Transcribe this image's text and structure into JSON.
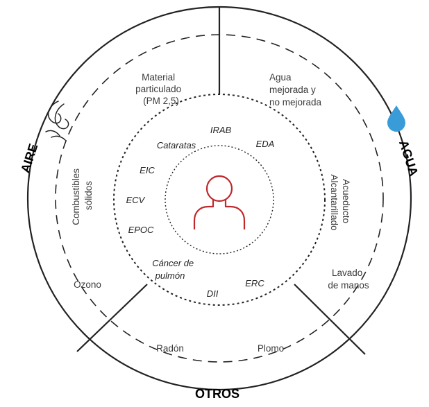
{
  "categories": {
    "aire": "AIRE",
    "agua": "AGUA",
    "otros": "OTROS"
  },
  "factors": {
    "material_line1": "Material",
    "material_line2": "particulado",
    "material_line3": "(PM 2,5)",
    "agua_line1": "Agua",
    "agua_line2": "mejorada y",
    "agua_line3": "no mejorada",
    "combustibles_line1": "Combustibles",
    "combustibles_line2": "sólidos",
    "acueducto_line1": "Acueducto",
    "acueducto_line2": "Alcantarillado",
    "ozono": "Ozono",
    "lavado_line1": "Lavado",
    "lavado_line2": "de manos",
    "radon": "Radón",
    "plomo": "Plomo"
  },
  "diseases": {
    "irab": "IRAB",
    "eda": "EDA",
    "cataratas": "Cataratas",
    "eic": "EIC",
    "ecv": "ECV",
    "epoc": "EPOC",
    "cancer_line1": "Cáncer de",
    "cancer_line2": "pulmón",
    "dii": "DII",
    "erc": "ERC"
  },
  "colors": {
    "person_icon": "#c0282d",
    "water_drop": "#3a9bd9",
    "lines": "#222222"
  },
  "icons": {
    "air": "air-swirl-icon",
    "water": "water-drop-icon",
    "person": "person-icon"
  }
}
